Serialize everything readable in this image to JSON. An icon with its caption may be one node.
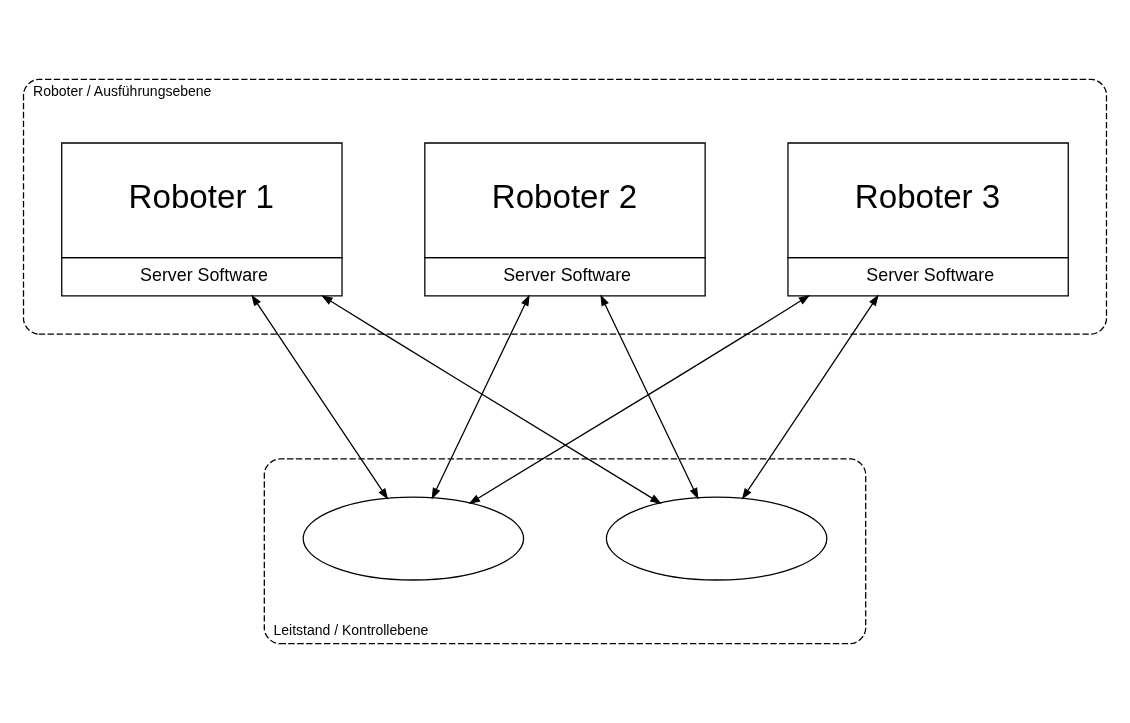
{
  "diagram": {
    "nodes": [
      {
        "text": [
          "Roboter / Ausführungsebene"
        ]
      },
      {
        "text": [
          "Roboter 1",
          "Server Software"
        ],
        "in": 0
      },
      {
        "text": [
          "Roboter 2",
          "Server Software"
        ],
        "in": 0
      },
      {
        "text": [
          "Roboter 3",
          "Server Software"
        ],
        "in": 0
      },
      {
        "text": [
          "Leitstand / Kontrollebene"
        ]
      },
      {
        "text": [],
        "shape": "ellipse",
        "in": 4
      },
      {
        "text": [],
        "shape": "ellipse",
        "in": 4
      }
    ],
    "edges": [
      {
        "from": 1,
        "to": 5,
        "arrow": "both"
      },
      {
        "from": 1,
        "to": 6,
        "arrow": "both"
      },
      {
        "from": 2,
        "to": 5,
        "arrow": "both"
      },
      {
        "from": 2,
        "to": 6,
        "arrow": "both"
      },
      {
        "from": 3,
        "to": 5,
        "arrow": "both"
      },
      {
        "from": 3,
        "to": 6,
        "arrow": "both"
      }
    ]
  }
}
